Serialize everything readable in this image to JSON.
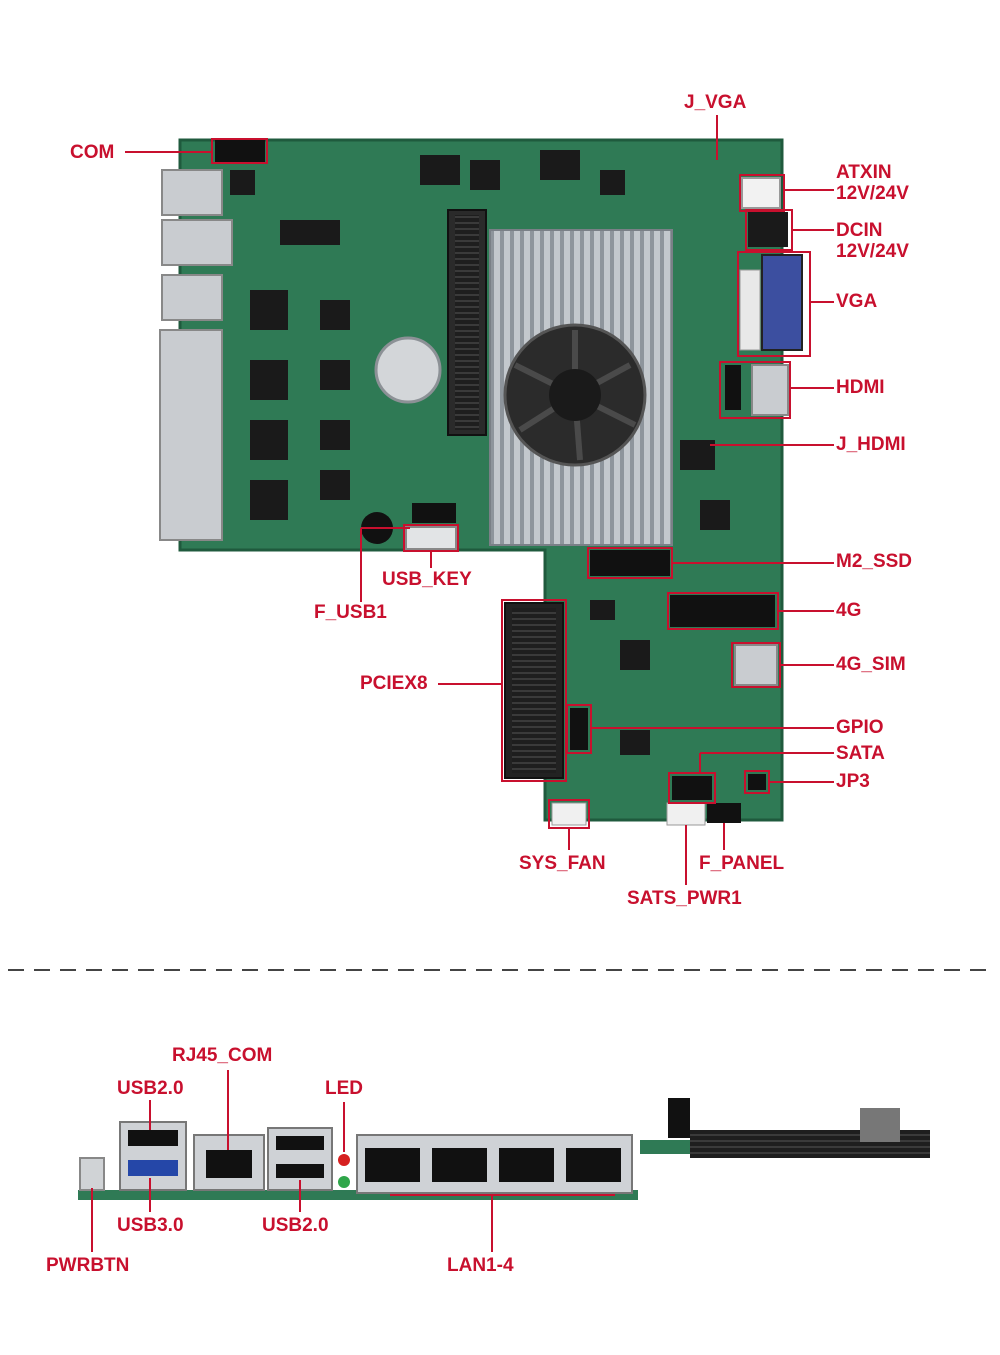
{
  "colors": {
    "label": "#c8102e",
    "pcb": "#2f7a55",
    "pcb_dark": "#1f5a3d",
    "heatsink": "#b9bec4",
    "metal": "#c9ccd0",
    "divider": "#444444"
  },
  "board_labels": {
    "j_vga": "J_VGA",
    "com": "COM",
    "atxin_1": "ATXIN",
    "atxin_2": "12V/24V",
    "dcin_1": "DCIN",
    "dcin_2": "12V/24V",
    "vga": "VGA",
    "hdmi": "HDMI",
    "j_hdmi": "J_HDMI",
    "m2_ssd": "M2_SSD",
    "usb_key": "USB_KEY",
    "f_usb1": "F_USB1",
    "lte_4g": "4G",
    "lte_4g_sim": "4G_SIM",
    "pciex8": "PCIEX8",
    "gpio": "GPIO",
    "sata": "SATA",
    "jp3": "JP3",
    "sys_fan": "SYS_FAN",
    "f_panel": "F_PANEL",
    "sats_pwr1": "SATS_PWR1"
  },
  "io_labels": {
    "rj45_com": "RJ45_COM",
    "usb20_top": "USB2.0",
    "led": "LED",
    "usb30": "USB3.0",
    "usb20_bottom": "USB2.0",
    "pwrbtn": "PWRBTN",
    "lan1_4": "LAN1-4"
  }
}
